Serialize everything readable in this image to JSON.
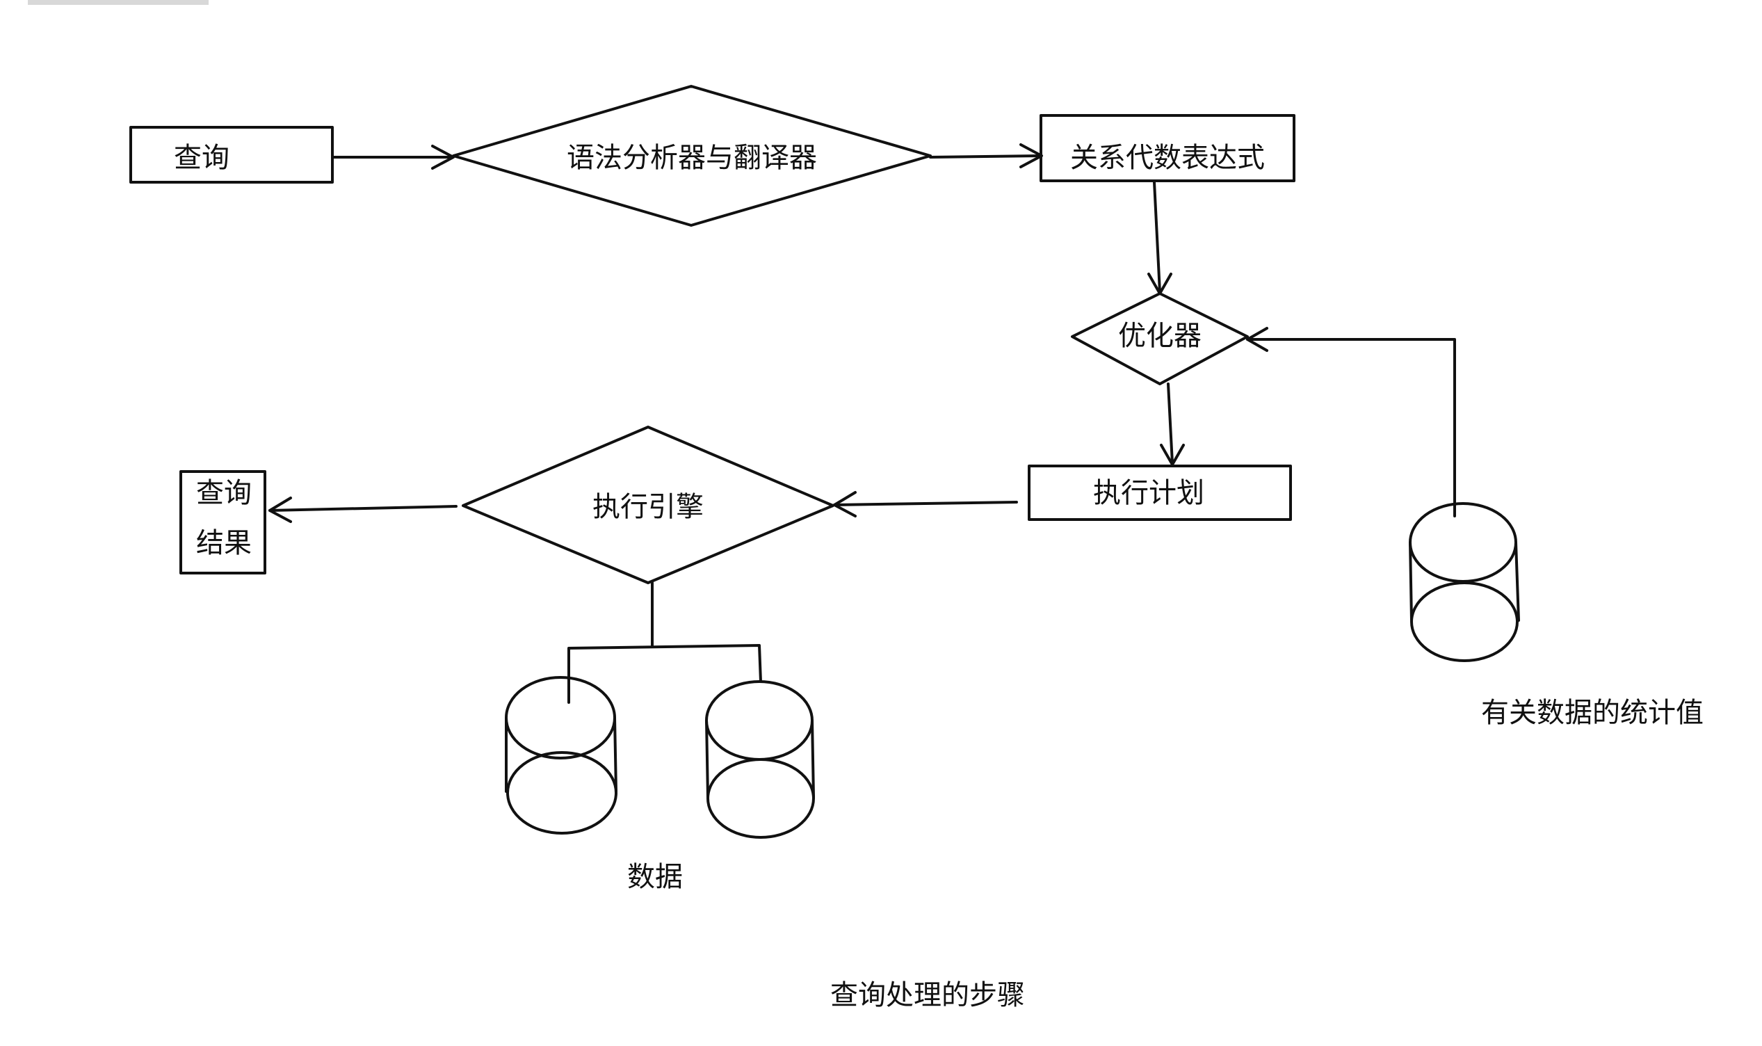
{
  "diagram": {
    "nodes": {
      "query": "查询",
      "parser": "语法分析器与翻译器",
      "relational_algebra": "关系代数表达式",
      "optimizer": "优化器",
      "execution_plan": "执行计划",
      "execution_engine": "执行引擎",
      "query_result_line1": "查询",
      "query_result_line2": "结果",
      "data_label": "数据",
      "statistics_label": "有关数据的统计值"
    },
    "caption": "查询处理的步骤"
  }
}
